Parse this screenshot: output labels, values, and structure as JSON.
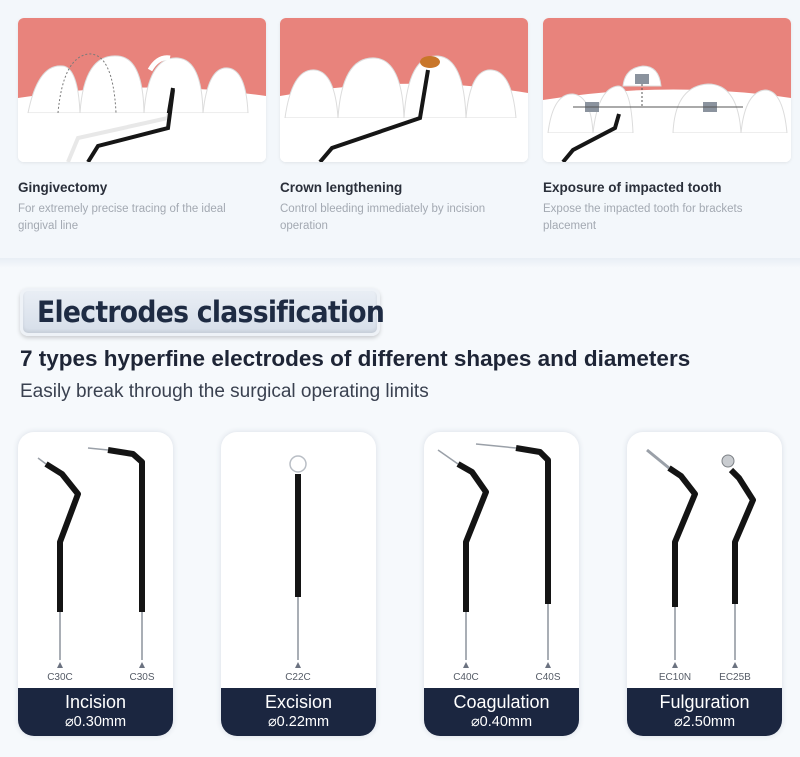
{
  "applications": [
    {
      "title": "Gingivectomy",
      "desc_line1": "For extremely precise tracing of the ideal",
      "desc_line2": "gingival line"
    },
    {
      "title": "Crown lengthening",
      "desc_line1": "Control bleeding immediately by incision",
      "desc_line2": "operation"
    },
    {
      "title": "Exposure of impacted tooth",
      "desc_line1": "Expose the impacted tooth for brackets",
      "desc_line2": "placement"
    }
  ],
  "section": {
    "badge": "Electrodes classification",
    "headline": "7 types hyperfine electrodes of different shapes and diameters",
    "subline": "Easily break through the surgical operating limits"
  },
  "electrodes": [
    {
      "name": "Incision",
      "diameter": "⌀0.30mm",
      "codes": [
        "C30C",
        "C30S"
      ]
    },
    {
      "name": "Excision",
      "diameter": "⌀0.22mm",
      "codes": [
        "C22C"
      ]
    },
    {
      "name": "Coagulation",
      "diameter": "⌀0.40mm",
      "codes": [
        "C40C",
        "C40S"
      ]
    },
    {
      "name": "Fulguration",
      "diameter": "⌀2.50mm",
      "codes": [
        "EC10N",
        "EC25B"
      ]
    }
  ],
  "colors": {
    "gum": "#e8837c",
    "label_bg": "#1b2640",
    "electrode": "#111111"
  }
}
